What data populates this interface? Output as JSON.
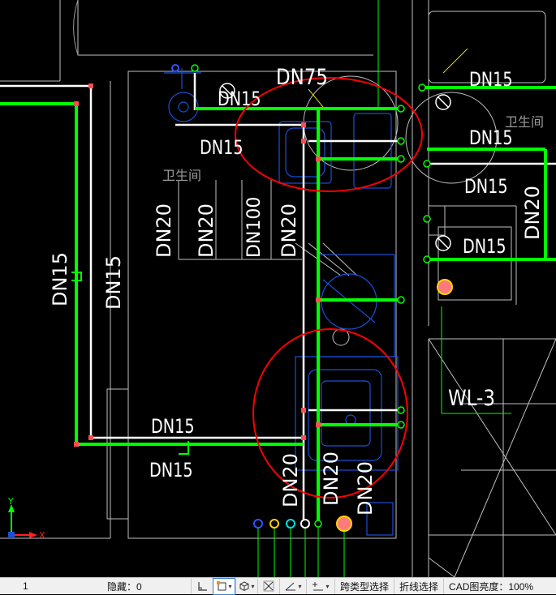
{
  "drawing": {
    "pipe_labels": {
      "dn75": "DN75",
      "dn15_top_left": "DN15",
      "dn15_left_mid": "DN15",
      "dn15_right_top": "DN15",
      "dn15_right_mid": "DN15",
      "dn15_right_low": "DN15",
      "dn15_right_lower": "DN15",
      "dn15_vertical_left": "DN15",
      "dn15_vertical_left2": "DN15",
      "dn15_bottom_a": "DN15",
      "dn15_bottom_b": "DN15",
      "dn20_a": "DN20",
      "dn20_b": "DN20",
      "dn100": "DN100",
      "dn20_c": "DN20",
      "dn20_right_edge": "DN20",
      "dn20_bottom_a": "DN20",
      "dn20_bottom_b": "DN20",
      "dn20_bottom_c": "DN20"
    },
    "room_labels": {
      "bathroom_left": "卫生间",
      "bathroom_right": "卫生间"
    },
    "riser_label": "WL-3",
    "ucs": {
      "y": "Y",
      "x": "X"
    },
    "colors": {
      "pipe_green": "#00ff00",
      "pipe_white": "#ffffff",
      "wall_grey": "#bfbfbf",
      "fixture_blue": "#1a4fd6",
      "highlight_red": "#ff0000",
      "joint_red": "#ff4d4d",
      "marker_yellow": "#ffd400",
      "marker_pink": "#ff7b7b",
      "leader_yellow": "#e8e000"
    }
  },
  "statusbar": {
    "coordinate": "1",
    "hidden_label": "隐藏：0",
    "cross_type_select": "跨类型选择",
    "polyline_select": "折线选择",
    "cad_brightness": "CAD图亮度：100%"
  }
}
